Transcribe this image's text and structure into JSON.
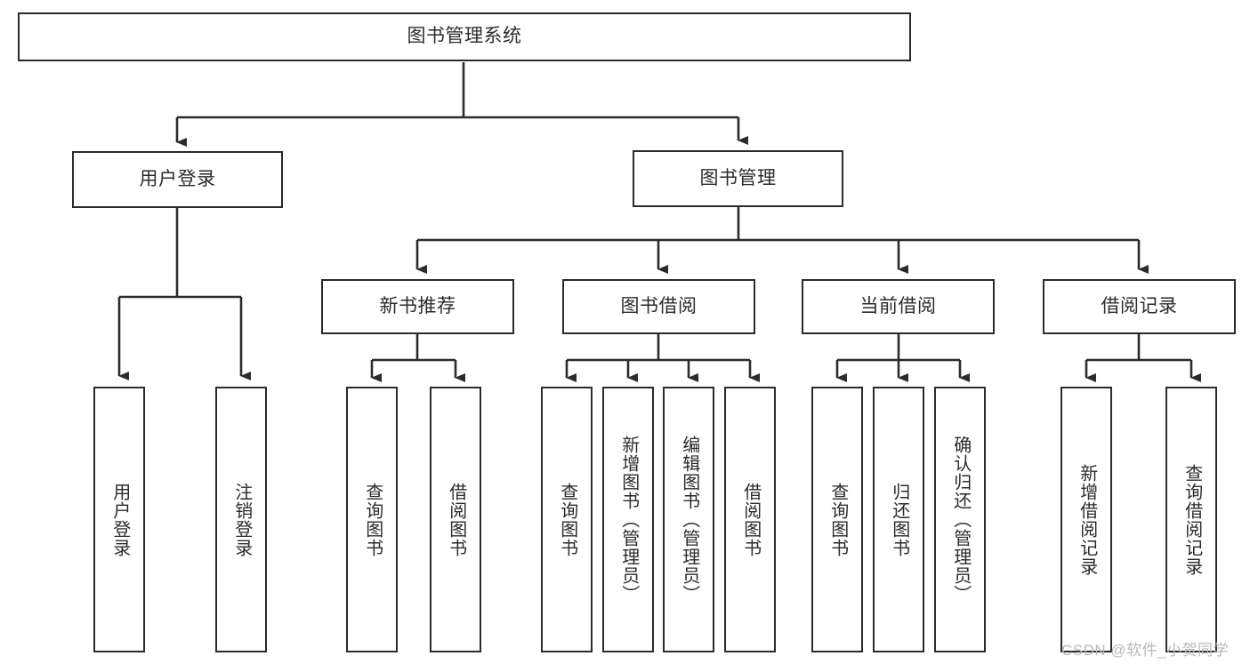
{
  "diagram": {
    "type": "tree-hierarchy",
    "orientation": "top-down",
    "title": "图书管理系统",
    "watermark": "CSDN @软件_小贺同学",
    "colors": {
      "box_border": "#2b2b2b",
      "box_fill": "#ffffff",
      "connector": "#2b2b2b",
      "text": "#2b2b2b",
      "watermark": "#b9b9b9",
      "background": "#ffffff"
    },
    "nodes": {
      "root": {
        "label": "图书管理系统"
      },
      "level1": [
        {
          "label": "用户登录"
        },
        {
          "label": "图书管理"
        }
      ],
      "level2": [
        {
          "label": "新书推荐"
        },
        {
          "label": "图书借阅"
        },
        {
          "label": "当前借阅"
        },
        {
          "label": "借阅记录"
        }
      ],
      "leaves": {
        "user_login": [
          {
            "label": "用户登录"
          },
          {
            "label": "注销登录"
          }
        ],
        "new_book_recommend": [
          {
            "label": "查询图书"
          },
          {
            "label": "借阅图书"
          }
        ],
        "book_borrow": [
          {
            "label": "查询图书"
          },
          {
            "label": "新增图书（管理员）"
          },
          {
            "label": "编辑图书（管理员）"
          },
          {
            "label": "借阅图书"
          }
        ],
        "current_borrow": [
          {
            "label": "查询图书"
          },
          {
            "label": "归还图书"
          },
          {
            "label": "确认归还（管理员）"
          }
        ],
        "borrow_record": [
          {
            "label": "新增借阅记录"
          },
          {
            "label": "查询借阅记录"
          }
        ]
      }
    }
  }
}
